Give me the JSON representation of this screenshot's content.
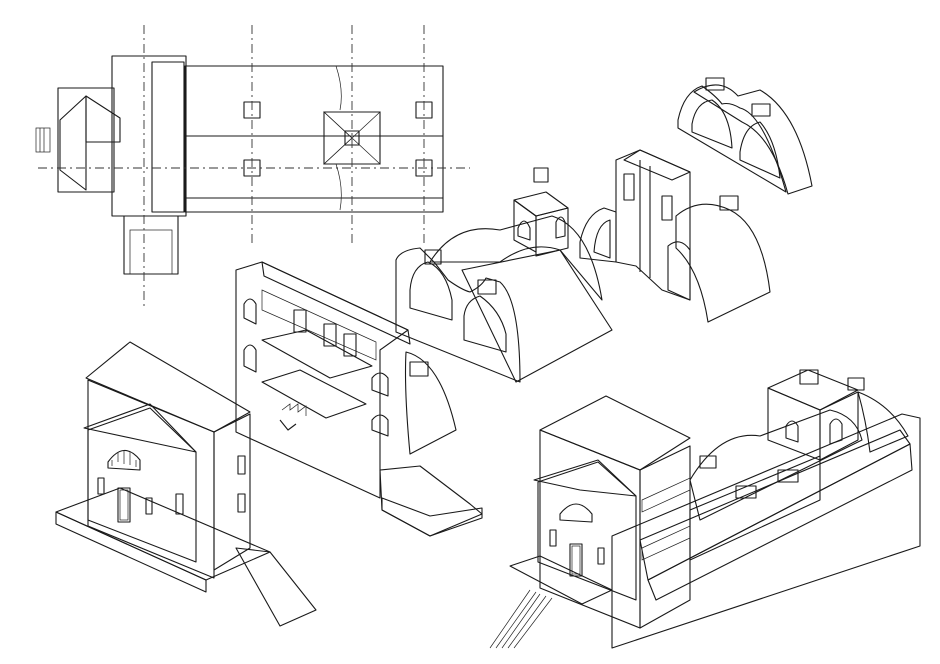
{
  "palette": {
    "paper": "#ffffff",
    "ink": "#1a1a1a",
    "light": "#ececec",
    "mid": "#cfcfcf",
    "dark": "#9a9a9a",
    "deep": "#6e6e6e"
  },
  "drawings": [
    {
      "id": "plan",
      "kind": "roof-plan"
    },
    {
      "id": "vault-section-double",
      "kind": "axonometric-section"
    },
    {
      "id": "tower-vault-section",
      "kind": "axonometric-section"
    },
    {
      "id": "vault-fragment",
      "kind": "axonometric-section"
    },
    {
      "id": "front-block",
      "kind": "axonometric"
    },
    {
      "id": "cut-block",
      "kind": "axonometric-section"
    },
    {
      "id": "complex",
      "kind": "axonometric-section"
    }
  ]
}
